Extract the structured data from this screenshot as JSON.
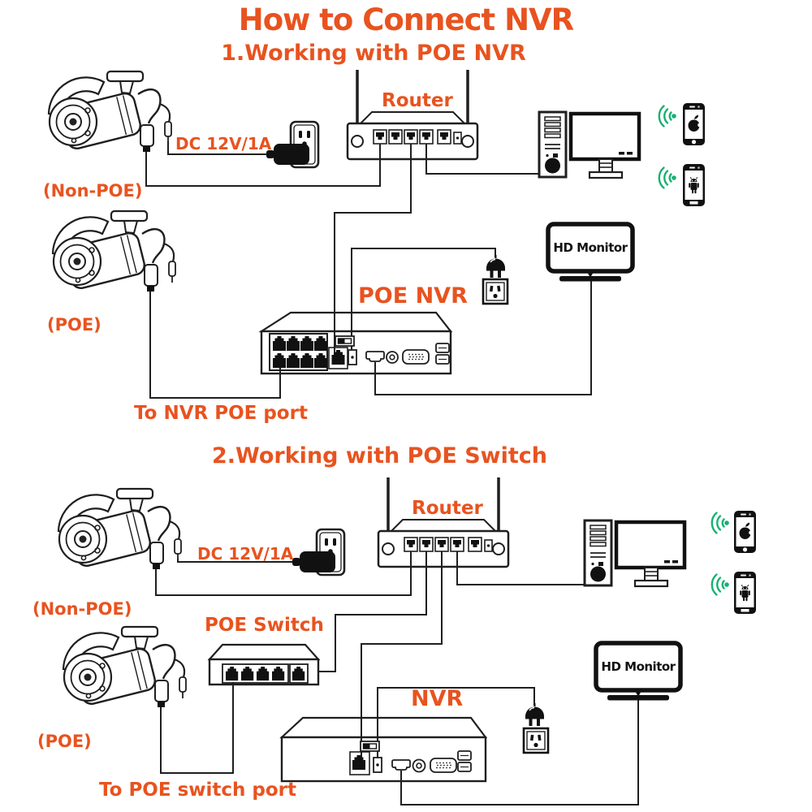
{
  "title": "How to Connect NVR",
  "colors": {
    "accent_orange": "#e8531f",
    "wifi_green": "#17b173",
    "line_black": "#1f1f1f",
    "background": "#ffffff"
  },
  "section1": {
    "heading": "1.Working with POE NVR",
    "labels": {
      "router": "Router",
      "dc_power": "DC 12V/1A",
      "camera_non_poe": "(Non-POE)",
      "camera_poe": "(POE)",
      "nvr": "POE NVR",
      "hd_monitor": "HD Monitor",
      "poe_port_note": "To NVR POE port"
    }
  },
  "section2": {
    "heading": "2.Working with POE Switch",
    "labels": {
      "router": "Router",
      "dc_power": "DC 12V/1A",
      "camera_non_poe": "(Non-POE)",
      "camera_poe": "(POE)",
      "switch": "POE Switch",
      "nvr": "NVR",
      "hd_monitor": "HD Monitor",
      "poe_port_note": "To POE switch port"
    }
  },
  "icons": {
    "camera": "bullet-camera-icon",
    "router": "wifi-router-icon",
    "nvr": "nvr-recorder-icon",
    "poe_switch": "poe-switch-icon",
    "desktop_pc": "desktop-computer-icon",
    "smartphone_ios": "iphone-icon",
    "smartphone_android": "android-phone-icon",
    "wifi": "wifi-signal-icon",
    "power_plug": "power-plug-icon",
    "power_outlet": "power-outlet-icon",
    "dc_adapter": "dc-adapter-icon",
    "hd_monitor": "hd-monitor-icon"
  }
}
